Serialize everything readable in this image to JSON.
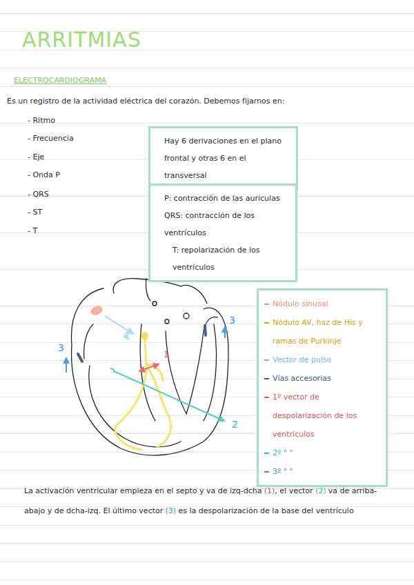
{
  "diagram": {
    "title": "ARRITMIAS",
    "nodes": [
      {
        "text": [
          "Hay 6 derivaciones en el plano frontal y otras 6 en el transversal"
        ]
      },
      {
        "text": [
          "P: contracción de las aurículas",
          "QRS: contracción de los ventrículos",
          "T: repolarización de los ventrículos"
        ]
      }
    ],
    "labels": [
      "ELECTROCARDIOGRAMA",
      "Es un registro de la actividad eléctrica del corazón. Debemos fijarnos en:",
      "- Ritmo",
      "- Frecuencia",
      "- Eje",
      "- Onda P",
      "- QRS",
      "- ST",
      "- T",
      "3",
      "3",
      "1",
      "2",
      "La activación ventricular empieza en el septo y va de izq-dcha",
      "(1)",
      ", el vector",
      "(2)",
      "va de arriba-abajo y de dcha-izq. El último vector",
      "(3)",
      "es la despolarización de la base del ventrículo"
    ],
    "legend": [
      {
        "text": "Nódulo sinusal",
        "color": "#e8907a"
      },
      {
        "text": "Nódulo AV, haz de His y ramas de Purkinje",
        "color": "#cfa500"
      },
      {
        "text": "Vector de pulso",
        "color": "#6fb8cf"
      },
      {
        "text": "Vías accesorias",
        "color": "#44557f"
      },
      {
        "text": "1º vector de despolarización de los ventrículos",
        "color": "#e5505a"
      },
      {
        "text": "2º \" \"",
        "color": "#2fb8a8"
      },
      {
        "text": "3º \" \"",
        "color": "#3a8ee0"
      }
    ]
  }
}
